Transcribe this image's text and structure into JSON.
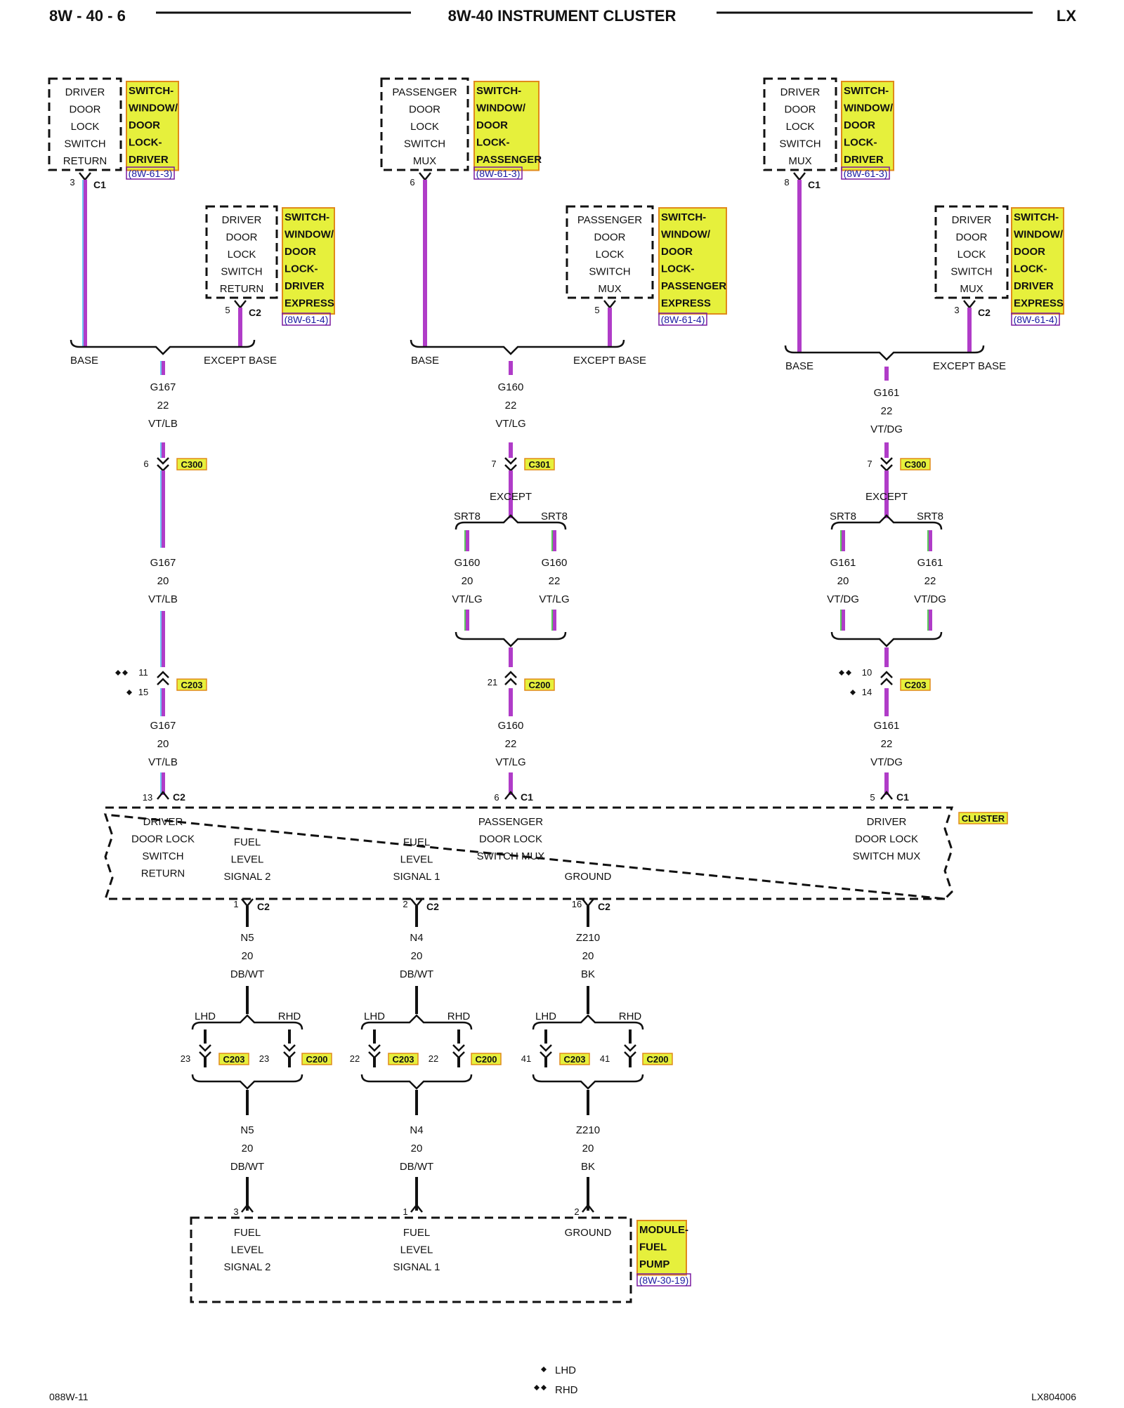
{
  "header": {
    "page_code": "8W - 40 - 6",
    "title": "8W-40 INSTRUMENT CLUSTER",
    "vehicle": "LX"
  },
  "footer": {
    "left_code": "088W-11",
    "right_code": "LX804006",
    "legend_lhd": "LHD",
    "legend_rhd": "RHD"
  },
  "colors": {
    "violet": "#b03cc8",
    "light_blue_stripe": "#6fc3f0",
    "light_green_stripe": "#59c85a",
    "dark_green_stripe": "#2c8a3c",
    "label_fill": "#e6f03c",
    "label_border": "#e08a1a",
    "ref_text": "#1a1aa0",
    "ref_border": "#7a1aa0",
    "wire_black": "#111111"
  },
  "left_circuit": {
    "top_comp": [
      "DRIVER",
      "DOOR",
      "LOCK",
      "SWITCH",
      "RETURN"
    ],
    "top_label": [
      "SWITCH-",
      "WINDOW/",
      "DOOR",
      "LOCK-",
      "DRIVER"
    ],
    "top_ref": "(8W-61-3)",
    "top_pin": "3",
    "top_conn": "C1",
    "exp_comp": [
      "DRIVER",
      "DOOR",
      "LOCK",
      "SWITCH",
      "RETURN"
    ],
    "exp_label": [
      "SWITCH-",
      "WINDOW/",
      "DOOR",
      "LOCK-",
      "DRIVER",
      "EXPRESS"
    ],
    "exp_ref": "(8W-61-4)",
    "exp_pin": "5",
    "exp_conn": "C2",
    "base_label": "BASE",
    "except_base_label": "EXCEPT BASE",
    "wire1": [
      "G167",
      "22",
      "VT/LB"
    ],
    "conn_c300_pin": "6",
    "conn_c300": "C300",
    "wire2": [
      "G167",
      "20",
      "VT/LB"
    ],
    "c203_pin_rhd": "11",
    "c203_pin_lhd": "15",
    "conn_c203": "C203",
    "wire3": [
      "G167",
      "20",
      "VT/LB"
    ],
    "cluster_pin": "13",
    "cluster_conn": "C2"
  },
  "middle_circuit": {
    "top_comp": [
      "PASSENGER",
      "DOOR",
      "LOCK",
      "SWITCH",
      "MUX"
    ],
    "top_label": [
      "SWITCH-",
      "WINDOW/",
      "DOOR",
      "LOCK-",
      "PASSENGER"
    ],
    "top_ref": "(8W-61-3)",
    "top_pin": "6",
    "exp_comp": [
      "PASSENGER",
      "DOOR",
      "LOCK",
      "SWITCH",
      "MUX"
    ],
    "exp_label": [
      "SWITCH-",
      "WINDOW/",
      "DOOR",
      "LOCK-",
      "PASSENGER",
      "EXPRESS"
    ],
    "exp_ref": "(8W-61-4)",
    "exp_pin": "5",
    "base_label": "BASE",
    "except_base_label": "EXCEPT BASE",
    "wire1": [
      "G160",
      "22",
      "VT/LG"
    ],
    "conn_c301_pin": "7",
    "conn_c301": "C301",
    "srt8_label": "SRT8",
    "except_label": "EXCEPT",
    "except_srt8_label": "SRT8",
    "wire_srt8": [
      "G160",
      "20",
      "VT/LG"
    ],
    "wire_except_srt8": [
      "G160",
      "22",
      "VT/LG"
    ],
    "c200_pin": "21",
    "conn_c200": "C200",
    "wire3": [
      "G160",
      "22",
      "VT/LG"
    ],
    "cluster_pin": "6",
    "cluster_conn": "C1"
  },
  "right_circuit": {
    "top_comp": [
      "DRIVER",
      "DOOR",
      "LOCK",
      "SWITCH",
      "MUX"
    ],
    "top_label": [
      "SWITCH-",
      "WINDOW/",
      "DOOR",
      "LOCK-",
      "DRIVER"
    ],
    "top_ref": "(8W-61-3)",
    "top_pin": "8",
    "top_conn": "C1",
    "exp_comp": [
      "DRIVER",
      "DOOR",
      "LOCK",
      "SWITCH",
      "MUX"
    ],
    "exp_label": [
      "SWITCH-",
      "WINDOW/",
      "DOOR",
      "LOCK-",
      "DRIVER",
      "EXPRESS"
    ],
    "exp_ref": "(8W-61-4)",
    "exp_pin": "3",
    "exp_conn": "C2",
    "base_label": "BASE",
    "except_base_label": "EXCEPT BASE",
    "wire1": [
      "G161",
      "22",
      "VT/DG"
    ],
    "conn_c300_pin": "7",
    "conn_c300": "C300",
    "srt8_label": "SRT8",
    "except_label": "EXCEPT",
    "except_srt8_label": "SRT8",
    "wire_srt8": [
      "G161",
      "20",
      "VT/DG"
    ],
    "wire_except_srt8": [
      "G161",
      "22",
      "VT/DG"
    ],
    "c203_pin_rhd": "10",
    "c203_pin_lhd": "14",
    "conn_c203": "C203",
    "wire3": [
      "G161",
      "22",
      "VT/DG"
    ],
    "cluster_pin": "5",
    "cluster_conn": "C1"
  },
  "cluster": {
    "label": "CLUSTER",
    "driver_return": [
      "DRIVER",
      "DOOR LOCK",
      "SWITCH",
      "RETURN"
    ],
    "fuel2": [
      "FUEL",
      "LEVEL",
      "SIGNAL 2"
    ],
    "fuel1": [
      "FUEL",
      "LEVEL",
      "SIGNAL 1"
    ],
    "passenger_mux": [
      "PASSENGER",
      "DOOR LOCK",
      "SWITCH MUX"
    ],
    "ground": "GROUND",
    "driver_mux": [
      "DRIVER",
      "DOOR LOCK",
      "SWITCH MUX"
    ]
  },
  "bottom_circuits": [
    {
      "cluster_pin": "1",
      "cluster_conn": "C2",
      "wire": [
        "N5",
        "20",
        "DB/WT"
      ],
      "lhd": "LHD",
      "rhd": "RHD",
      "lhd_pin": "23",
      "lhd_conn": "C203",
      "rhd_pin": "23",
      "rhd_conn": "C200",
      "wire2": [
        "N5",
        "20",
        "DB/WT"
      ],
      "module_pin": "3"
    },
    {
      "cluster_pin": "2",
      "cluster_conn": "C2",
      "wire": [
        "N4",
        "20",
        "DB/WT"
      ],
      "lhd": "LHD",
      "rhd": "RHD",
      "lhd_pin": "22",
      "lhd_conn": "C203",
      "rhd_pin": "22",
      "rhd_conn": "C200",
      "wire2": [
        "N4",
        "20",
        "DB/WT"
      ],
      "module_pin": "1"
    },
    {
      "cluster_pin": "16",
      "cluster_conn": "C2",
      "wire": [
        "Z210",
        "20",
        "BK"
      ],
      "lhd": "LHD",
      "rhd": "RHD",
      "lhd_pin": "41",
      "lhd_conn": "C203",
      "rhd_pin": "41",
      "rhd_conn": "C200",
      "wire2": [
        "Z210",
        "20",
        "BK"
      ],
      "module_pin": "2"
    }
  ],
  "fuel_pump_module": {
    "fuel2": [
      "FUEL",
      "LEVEL",
      "SIGNAL 2"
    ],
    "fuel1": [
      "FUEL",
      "LEVEL",
      "SIGNAL 1"
    ],
    "ground": "GROUND",
    "label": [
      "MODULE-",
      "FUEL",
      "PUMP"
    ],
    "ref": "(8W-30-19)"
  }
}
